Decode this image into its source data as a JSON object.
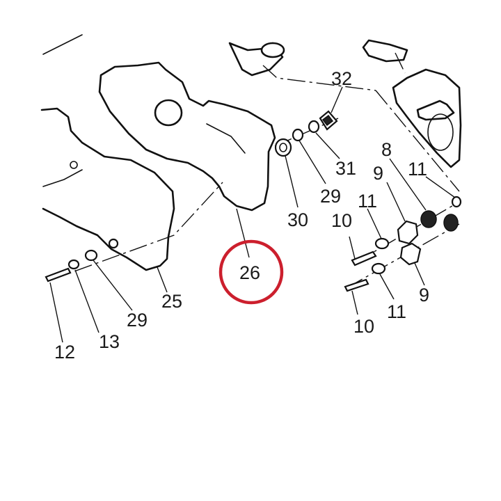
{
  "callouts": [
    {
      "id": "c32",
      "text": "32"
    },
    {
      "id": "c8",
      "text": "8"
    },
    {
      "id": "c9a",
      "text": "9"
    },
    {
      "id": "c11a",
      "text": "11"
    },
    {
      "id": "c31",
      "text": "31"
    },
    {
      "id": "c29a",
      "text": "29"
    },
    {
      "id": "c30",
      "text": "30"
    },
    {
      "id": "c10a",
      "text": "10"
    },
    {
      "id": "c11b",
      "text": "11"
    },
    {
      "id": "c26",
      "text": "26"
    },
    {
      "id": "c25",
      "text": "25"
    },
    {
      "id": "c29b",
      "text": "29"
    },
    {
      "id": "c13",
      "text": "13"
    },
    {
      "id": "c12",
      "text": "12"
    },
    {
      "id": "c9b",
      "text": "9"
    },
    {
      "id": "c11c",
      "text": "11"
    },
    {
      "id": "c10b",
      "text": "10"
    }
  ],
  "highlight_color": "#cc1f2d"
}
